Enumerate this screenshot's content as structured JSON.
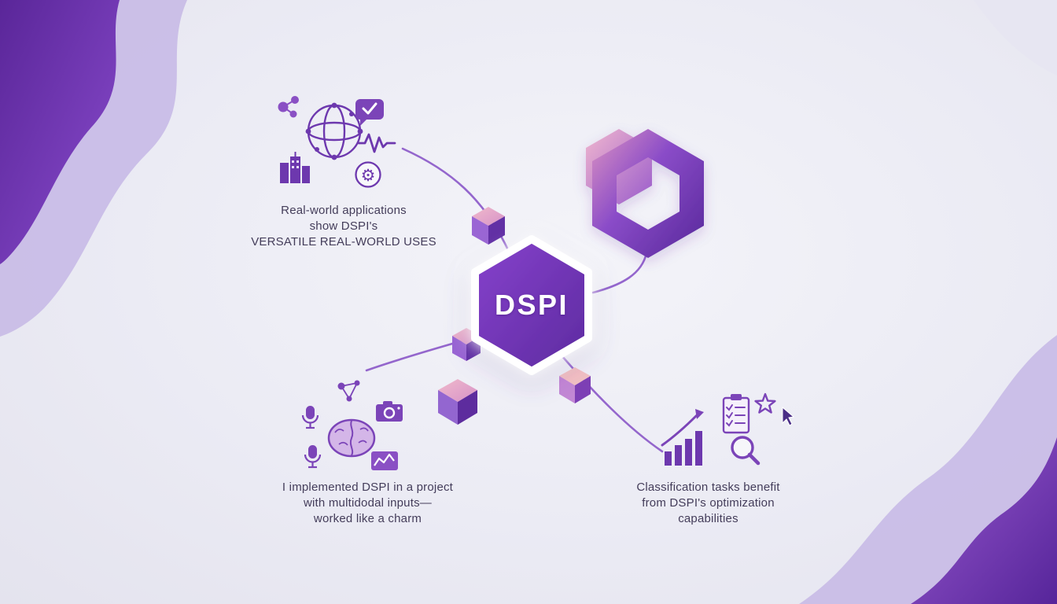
{
  "center": {
    "label": "DSPI"
  },
  "clusters": {
    "top_left": {
      "caption": "Real-world applications\nshow DSPI's\nVERSATILE REAL-WORLD USES",
      "icons": [
        "molecule-icon",
        "network-globe-icon",
        "buildings-icon",
        "chat-check-icon",
        "waveform-icon",
        "gear-icon"
      ]
    },
    "bottom_left": {
      "caption": "I implemented DSPI in a project\nwith multidodal inputs—\nworked like a charm",
      "icons": [
        "mini-network-icon",
        "microphone-icon",
        "brain-icon",
        "camera-icon",
        "photo-chart-icon"
      ]
    },
    "bottom_right": {
      "caption": "Classification tasks benefit\nfrom DSPI's optimization\ncapabilities",
      "icons": [
        "growth-chart-icon",
        "checklist-clipboard-icon",
        "star-icon",
        "cursor-icon",
        "magnifier-icon"
      ]
    }
  },
  "glyphs": {
    "gear": "⚙"
  },
  "colors": {
    "accent_purple": "#6d38ae",
    "deep_purple": "#5b2a9e",
    "mid_purple": "#8a50c4",
    "pink": "#e79fbd",
    "background": "#edeef5",
    "text": "#443d5a"
  }
}
